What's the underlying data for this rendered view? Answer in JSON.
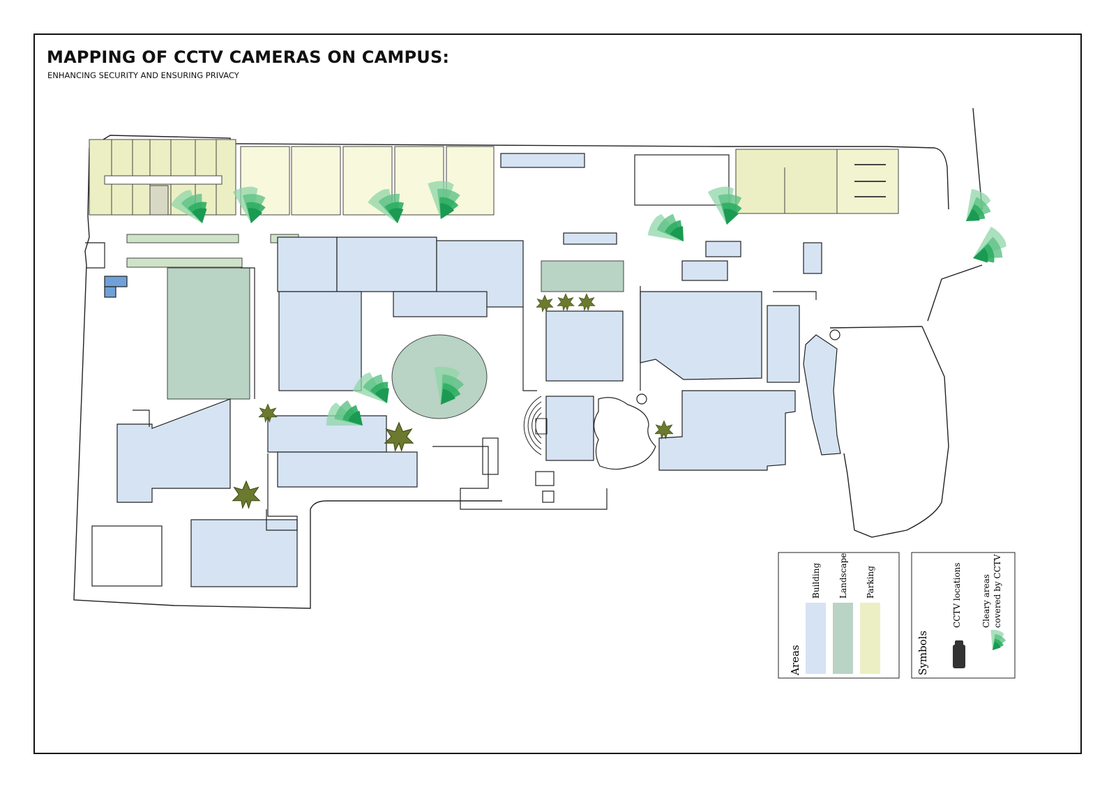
{
  "header": {
    "title": "MAPPING OF CCTV CAMERAS ON CAMPUS:",
    "subtitle": "ENHANCING SECURITY AND ENSURING PRIVACY"
  },
  "legend": {
    "areas": {
      "heading": "Areas",
      "items": [
        {
          "label": "Building",
          "color": "#d5e3f3"
        },
        {
          "label": "Landscape",
          "color": "#b9d3c4"
        },
        {
          "label": "Parking",
          "color": "#ecefc3"
        }
      ]
    },
    "symbols": {
      "heading": "Symbols",
      "items": [
        {
          "label": "CCTV locations",
          "icon": "cctv-camera-icon"
        },
        {
          "label_line1": "Cleary areas",
          "label_line2": "covered by CCTV",
          "icon": "cctv-coverage-icon"
        }
      ]
    }
  },
  "colors": {
    "building": "#d5e3f3",
    "landscape": "#b9d3c4",
    "parking": "#ecefc3",
    "parking_light": "#f7f8dc",
    "coverage_dark": "#1fa35a",
    "coverage_light": "#8fd6a8",
    "tree": "#6b7a2e",
    "outline": "#222222"
  }
}
